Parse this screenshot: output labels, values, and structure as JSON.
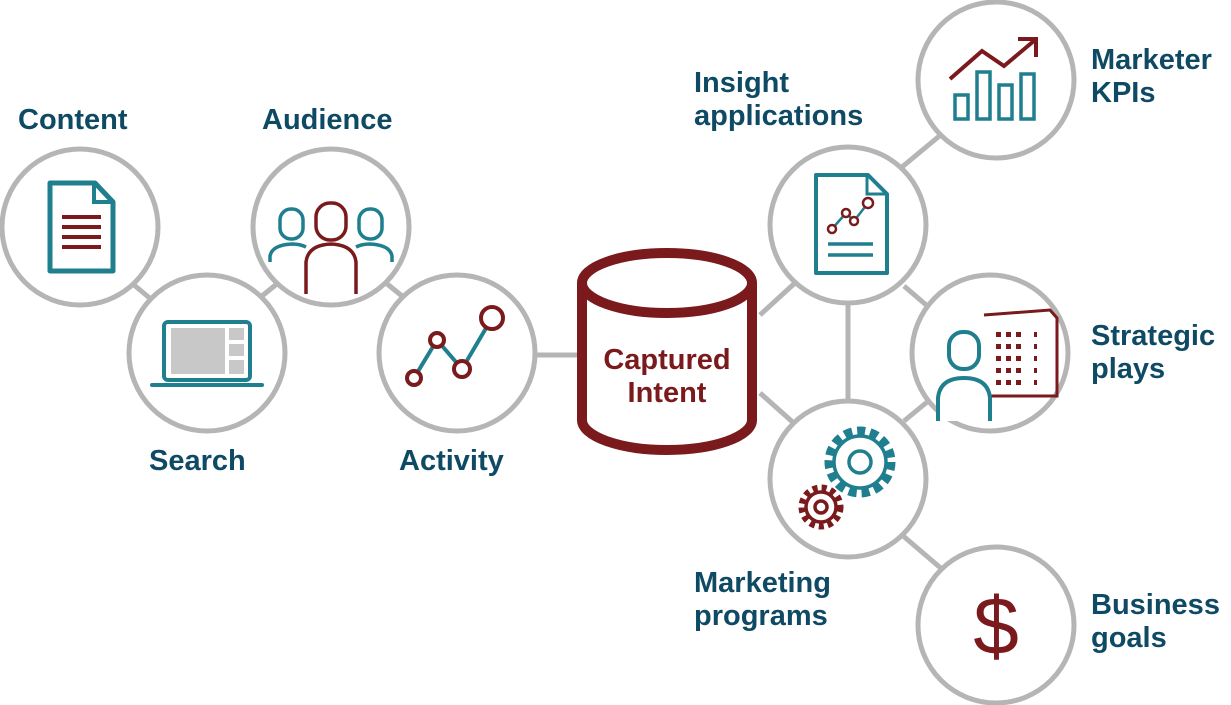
{
  "colors": {
    "teal": "#0f4a64",
    "icon_teal": "#1f7f8f",
    "maroon": "#7a1a1c",
    "ring": "#b5b5b5"
  },
  "center": {
    "line1": "Captured",
    "line2": "Intent",
    "icon": "database-icon"
  },
  "left_nodes": {
    "content": {
      "label": "Content",
      "icon": "document-icon"
    },
    "search": {
      "label": "Search",
      "icon": "laptop-icon"
    },
    "audience": {
      "label": "Audience",
      "icon": "people-icon"
    },
    "activity": {
      "label": "Activity",
      "icon": "line-chart-icon"
    }
  },
  "right_nodes": {
    "insight": {
      "line1": "Insight",
      "line2": "applications",
      "icon": "report-chart-icon"
    },
    "marketing": {
      "line1": "Marketing",
      "line2": "programs",
      "icon": "gears-icon"
    },
    "kpis": {
      "line1": "Marketer",
      "line2": "KPIs",
      "icon": "bar-chart-icon"
    },
    "strategic": {
      "line1": "Strategic",
      "line2": "plays",
      "icon": "person-building-icon"
    },
    "business": {
      "line1": "Business",
      "line2": "goals",
      "icon": "dollar-icon",
      "symbol": "$"
    }
  }
}
